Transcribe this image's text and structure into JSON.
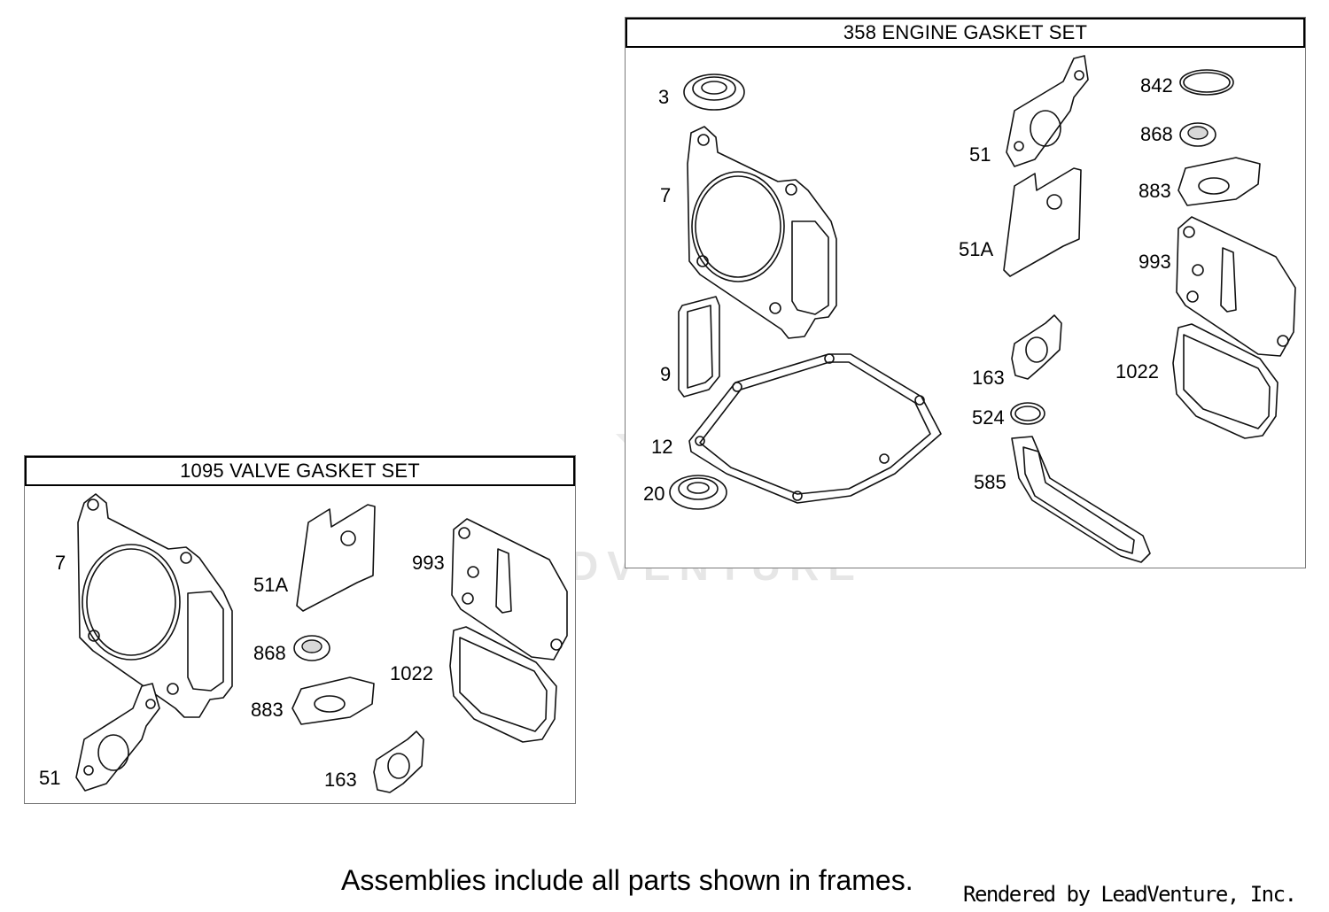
{
  "engine_set": {
    "title": "358 ENGINE GASKET SET",
    "callouts": [
      "3",
      "7",
      "9",
      "12",
      "20",
      "51",
      "51A",
      "163",
      "524",
      "585",
      "842",
      "868",
      "883",
      "993",
      "1022"
    ]
  },
  "valve_set": {
    "title": "1095 VALVE GASKET SET",
    "callouts": [
      "7",
      "51",
      "51A",
      "868",
      "883",
      "163",
      "993",
      "1022"
    ]
  },
  "footer": {
    "note": "Assemblies include all parts shown in frames.",
    "credit": "Rendered by LeadVenture, Inc."
  },
  "watermark": "LEADVENTURE"
}
